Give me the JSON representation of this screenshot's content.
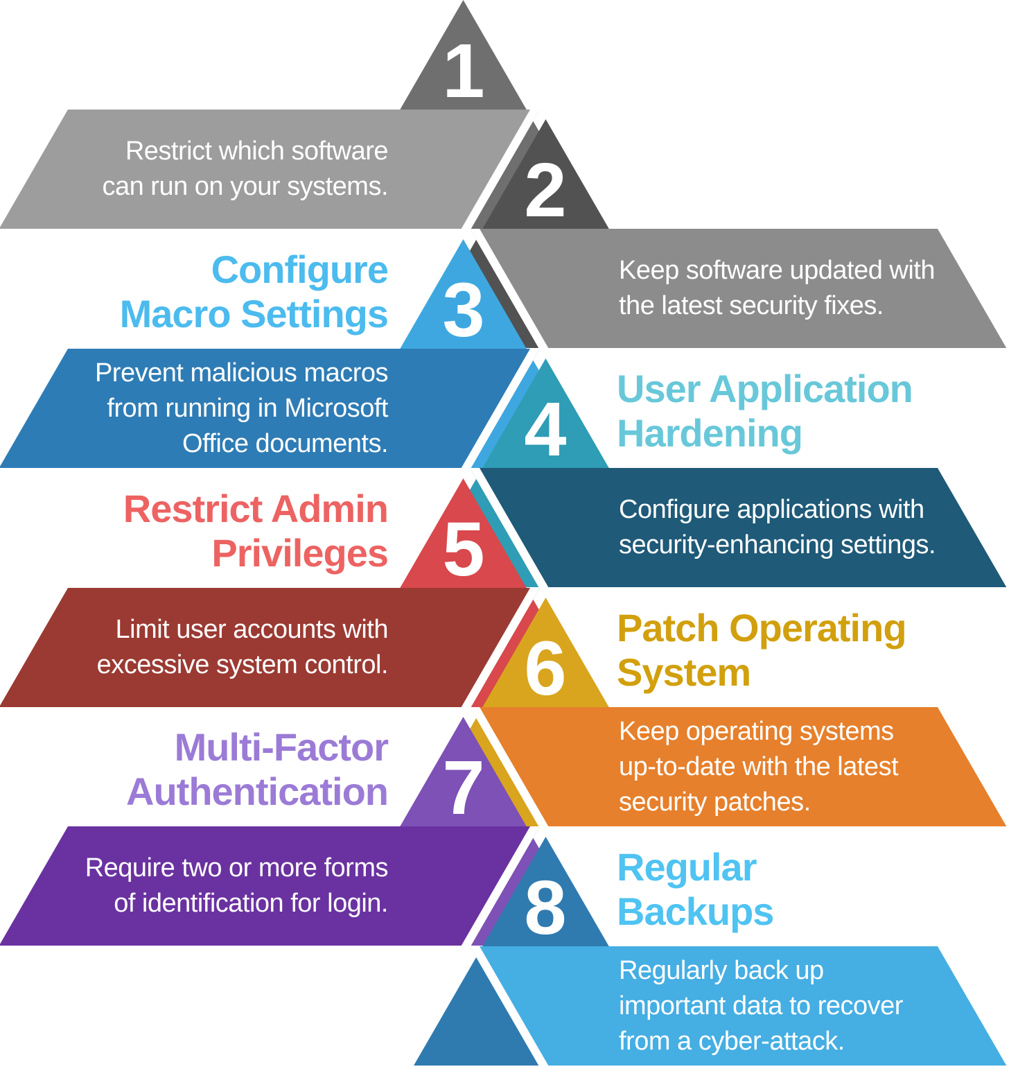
{
  "background": "#ffffff",
  "text_color": "#ffffff",
  "units": [
    {
      "number": "1",
      "side": "left",
      "title_lines": [],
      "description_lines": [
        "Restrict which software",
        "can run on your systems."
      ],
      "colors": {
        "triangle": "#6f6f6f",
        "banner": "#9d9d9d",
        "title": ""
      }
    },
    {
      "number": "2",
      "side": "right",
      "title_lines": [],
      "description_lines": [
        "Keep software updated with",
        "the latest security fixes."
      ],
      "colors": {
        "triangle": "#525252",
        "banner": "#8c8c8c",
        "title": ""
      }
    },
    {
      "number": "3",
      "side": "left",
      "title_lines": [
        "Configure",
        "Macro Settings"
      ],
      "description_lines": [
        "Prevent malicious macros",
        "from running in Microsoft",
        "Office documents."
      ],
      "colors": {
        "triangle": "#3ea7e0",
        "banner": "#2e7cb5",
        "title": "#4cbbee"
      }
    },
    {
      "number": "4",
      "side": "right",
      "title_lines": [
        "User Application",
        "Hardening"
      ],
      "description_lines": [
        "Configure applications with",
        "security-enhancing settings."
      ],
      "colors": {
        "triangle": "#2e9db5",
        "banner": "#1f5a78",
        "title": "#68c8d9"
      }
    },
    {
      "number": "5",
      "side": "left",
      "title_lines": [
        "Restrict Admin",
        "Privileges"
      ],
      "description_lines": [
        "Limit user accounts with",
        "excessive system control."
      ],
      "colors": {
        "triangle": "#d8484c",
        "banner": "#9a3a33",
        "title": "#ec6362"
      }
    },
    {
      "number": "6",
      "side": "right",
      "title_lines": [
        "Patch Operating",
        "System"
      ],
      "description_lines": [
        "Keep operating systems",
        "up-to-date with the latest",
        "security patches."
      ],
      "colors": {
        "triangle": "#d9a51f",
        "banner": "#e6802c",
        "title": "#d2a00e"
      }
    },
    {
      "number": "7",
      "side": "left",
      "title_lines": [
        "Multi-Factor",
        "Authentication"
      ],
      "description_lines": [
        "Require two or more forms",
        "of identification for login."
      ],
      "colors": {
        "triangle": "#7d51b5",
        "banner": "#6a32a0",
        "title": "#9b7bd6"
      }
    },
    {
      "number": "8",
      "side": "right",
      "title_lines": [
        "Regular",
        "Backups"
      ],
      "description_lines": [
        "Regularly back up",
        "important data to recover",
        "from a cyber-attack."
      ],
      "colors": {
        "triangle": "#2f7bb0",
        "banner": "#45aee3",
        "title": "#4fc3f2"
      }
    }
  ]
}
